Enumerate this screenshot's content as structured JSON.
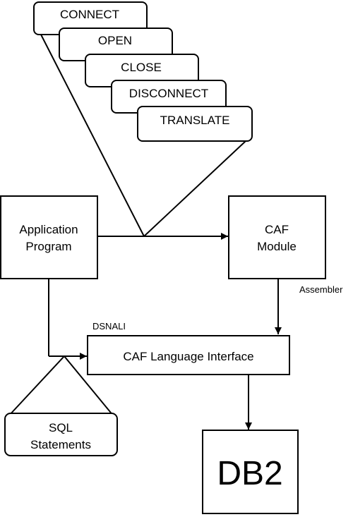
{
  "calls": [
    "CONNECT",
    "OPEN",
    "CLOSE",
    "DISCONNECT",
    "TRANSLATE"
  ],
  "application_program": {
    "line1": "Application",
    "line2": "Program"
  },
  "caf_module": {
    "line1": "CAF",
    "line2": "Module"
  },
  "assembler_label": "Assembler",
  "dsnali_label": "DSNALI",
  "caf_language_interface": "CAF Language Interface",
  "sql_statements": {
    "line1": "SQL",
    "line2": "Statements"
  },
  "db2": "DB2",
  "colors": {
    "stroke": "#000000",
    "fill": "#ffffff"
  }
}
